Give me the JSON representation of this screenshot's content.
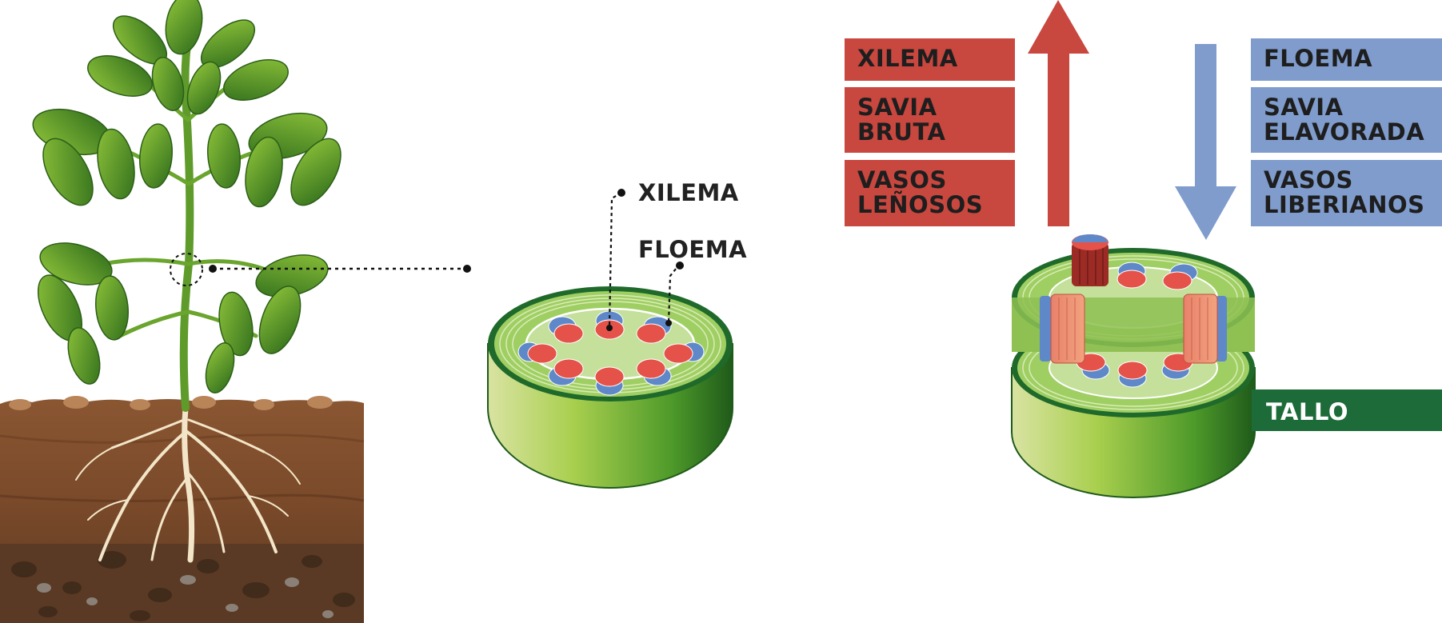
{
  "labels": {
    "xilema": "XILEMA",
    "floema": "FLOEMA"
  },
  "panels": {
    "xylem": {
      "title": "XILEMA",
      "sap": "SAVIA\nBRUTA",
      "vessels": "VASOS\nLEÑOSOS",
      "color": "#c8473f"
    },
    "phloem": {
      "title": "FLOEMA",
      "sap": "SAVIA\nELAVORADA",
      "vessels": "VASOS\nLIBERIANOS",
      "color": "#7f9ccd"
    }
  },
  "stem_label": "TALLO",
  "colors": {
    "xylem": "#e4524a",
    "phloem": "#5f88c9",
    "stem_dark": "#1d6b38",
    "stem_light": "#b6d87a",
    "soil": "#7a4a2a"
  }
}
